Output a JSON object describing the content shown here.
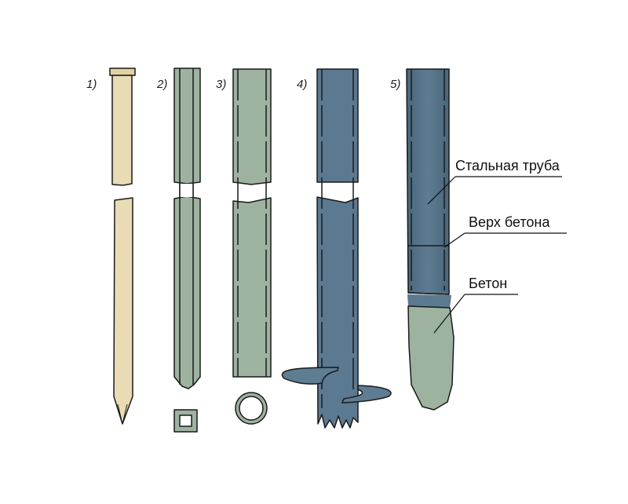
{
  "piles": [
    {
      "number": "1)",
      "type": "wooden-pile"
    },
    {
      "number": "2)",
      "type": "square-concrete-pile"
    },
    {
      "number": "3)",
      "type": "round-pipe-pile"
    },
    {
      "number": "4)",
      "type": "screw-pile"
    },
    {
      "number": "5)",
      "type": "bored-pile"
    }
  ],
  "labels": {
    "steel_pipe": "Стальная труба",
    "concrete_top": "Верх бетона",
    "concrete": "Бетон"
  },
  "colors": {
    "wood": "#e9dbb3",
    "concrete_green": "#9db3a0",
    "steel": "#5b7990",
    "steel_dark": "#4c687e"
  }
}
